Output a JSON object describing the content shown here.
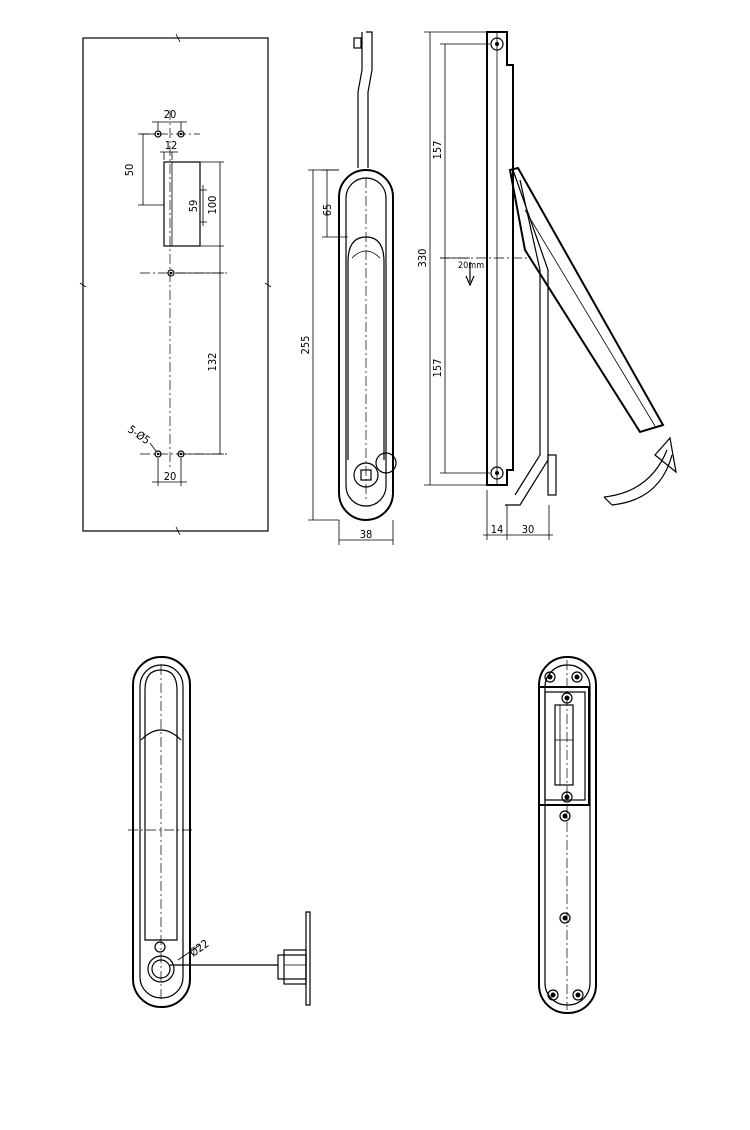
{
  "cutout_view": {
    "dims": {
      "top_hole_spacing": "20",
      "slot_width": "12",
      "slot_offset": "50",
      "slot_inner_height": "59",
      "slot_height": "100",
      "hole_spacing_lower": "132",
      "bottom_hole_spacing": "20",
      "hole_callout": "5-Ø5"
    }
  },
  "front_view": {
    "dims": {
      "top_to_grip": "65",
      "overall_height": "255",
      "width": "38"
    }
  },
  "side_view": {
    "dims": {
      "upper_length": "157",
      "total_length": "330",
      "lower_length": "157",
      "travel": "20mm",
      "base_thickness": "14",
      "depth": "30"
    }
  },
  "lock_view": {
    "dims": {
      "cylinder_diameter": "Ø22"
    }
  },
  "colors": {
    "line": "#000000",
    "background": "#ffffff"
  }
}
